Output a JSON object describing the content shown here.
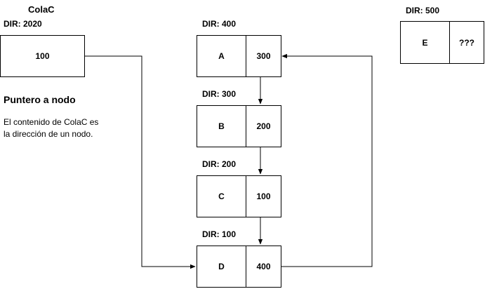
{
  "colac": {
    "title": "ColaC",
    "dir_label": "DIR: 2020",
    "value": "100"
  },
  "info": {
    "heading": "Puntero a nodo",
    "line1": "El contenido de ColaC es",
    "line2": "la dirección de un nodo."
  },
  "nodes": [
    {
      "dir": "DIR: 400",
      "data": "A",
      "next": "300"
    },
    {
      "dir": "DIR: 300",
      "data": "B",
      "next": "200"
    },
    {
      "dir": "DIR: 200",
      "data": "C",
      "next": "100"
    },
    {
      "dir": "DIR: 100",
      "data": "D",
      "next": "400"
    },
    {
      "dir": "DIR: 500",
      "data": "E",
      "next": "???"
    }
  ]
}
